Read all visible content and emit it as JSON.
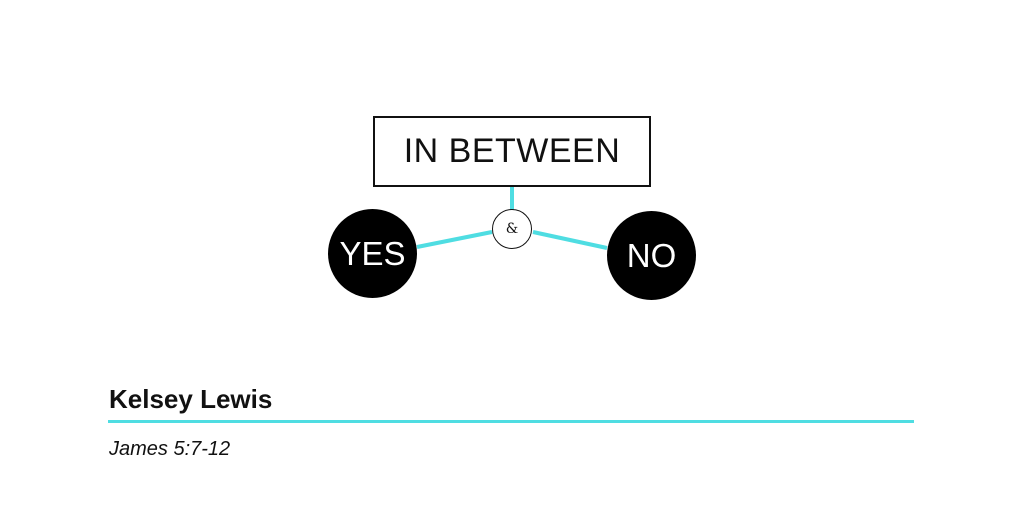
{
  "diagram": {
    "title": "IN BETWEEN",
    "connector_label": "&",
    "left_node": "YES",
    "right_node": "NO"
  },
  "footer": {
    "author": "Kelsey Lewis",
    "reference": "James 5:7-12"
  },
  "colors": {
    "accent": "#4fdde2",
    "node_fill": "#000000",
    "text": "#111111",
    "background": "#ffffff"
  }
}
